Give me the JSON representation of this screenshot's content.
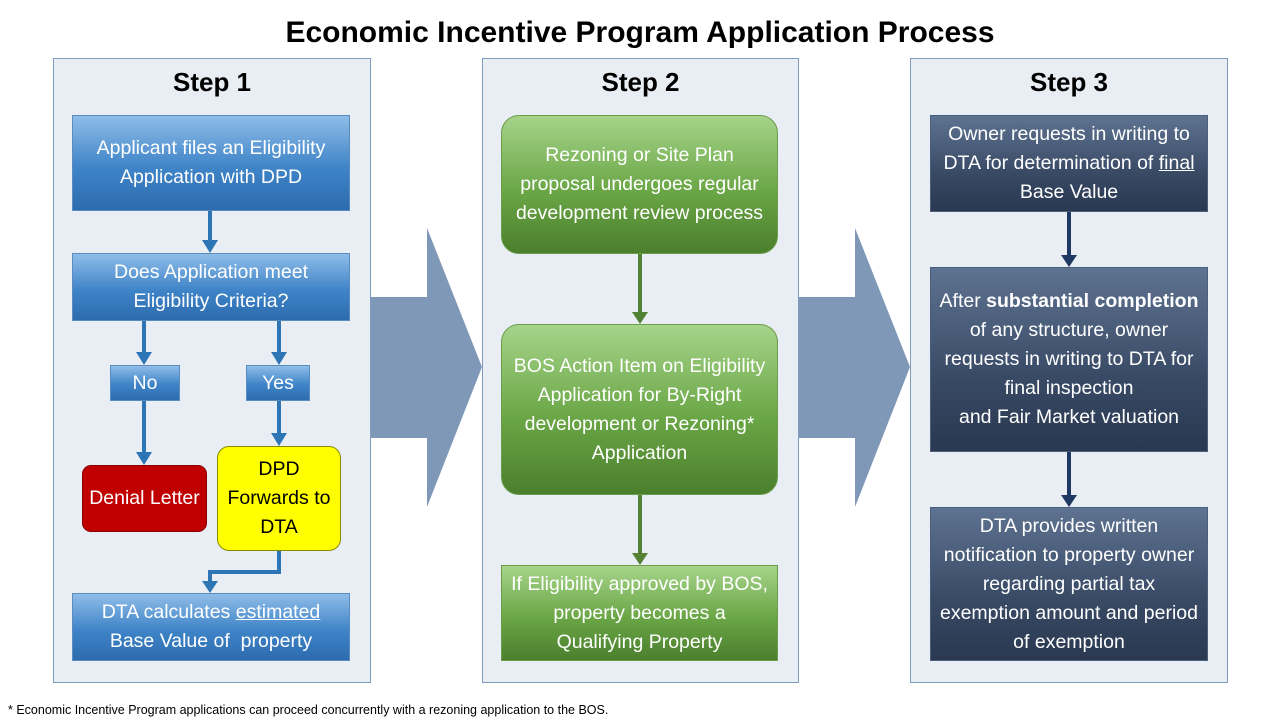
{
  "title": "Economic Incentive Program Application Process",
  "colors": {
    "arrow": "#8098b8",
    "blue_connector": "#2e75b6",
    "green_connector": "#548235",
    "navy_connector": "#203864"
  },
  "step1": {
    "heading": "Step 1",
    "apply": "Applicant files an Eligibility Application with DPD",
    "question": "Does Application meet Eligibility Criteria?",
    "no": "No",
    "yes": "Yes",
    "denial": "Denial Letter",
    "forward": "DPD Forwards to DTA",
    "calc_pre": "DTA calculates ",
    "calc_u": "estimated",
    "calc_post": " Base Value of  property"
  },
  "step2": {
    "heading": "Step 2",
    "review": "Rezoning or Site Plan proposal undergoes regular development review process",
    "bos": "BOS Action Item on Eligibility Application for By-Right development or Rezoning* Application",
    "qualify": "If Eligibility approved by BOS, property becomes a Qualifying Property"
  },
  "step3": {
    "heading": "Step 3",
    "req_pre": "Owner requests in writing to DTA for determination of ",
    "req_u": "final",
    "req_post": " Base Value",
    "after_pre": "After ",
    "after_b": "substantial completion",
    "after_post": " of any structure, owner requests in writing to DTA for final inspection",
    "after_line2": "and Fair Market valuation",
    "notify": "DTA provides written notification to property owner regarding partial tax exemption amount and period of exemption"
  },
  "footnote": "* Economic Incentive Program applications can proceed concurrently with a rezoning application to the BOS."
}
